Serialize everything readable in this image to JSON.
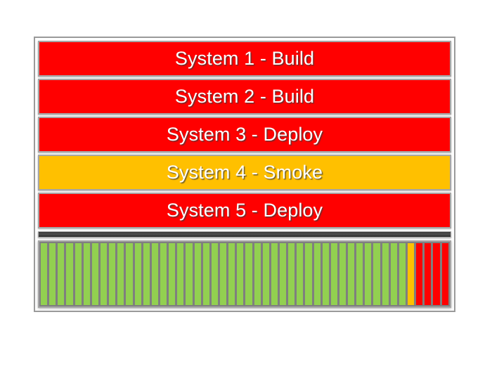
{
  "frame": {
    "name": "build-pipeline-status-board"
  },
  "palette": {
    "status_red": "#FF0000",
    "status_amber": "#FFC000",
    "status_green": "#92D050",
    "frame_border": "#9A9A9A",
    "row_border": "#A6A6A6",
    "separator_dark": "#3A3A3A",
    "strip_background": "#7F7F7F",
    "label_text": "#FFFFFF"
  },
  "systems": [
    {
      "label": "System 1 - Build",
      "status": "red",
      "color": "#FF0000"
    },
    {
      "label": "System 2 - Build",
      "status": "red",
      "color": "#FF0000"
    },
    {
      "label": "System 3 - Deploy",
      "status": "red",
      "color": "#FF0000"
    },
    {
      "label": "System 4 - Smoke",
      "status": "amber",
      "color": "#FFC000"
    },
    {
      "label": "System 5 - Deploy",
      "status": "red",
      "color": "#FF0000"
    }
  ],
  "history": {
    "total_ticks": 48,
    "ticks": [
      "green",
      "green",
      "green",
      "green",
      "green",
      "green",
      "green",
      "green",
      "green",
      "green",
      "green",
      "green",
      "green",
      "green",
      "green",
      "green",
      "green",
      "green",
      "green",
      "green",
      "green",
      "green",
      "green",
      "green",
      "green",
      "green",
      "green",
      "green",
      "green",
      "green",
      "green",
      "green",
      "green",
      "green",
      "green",
      "green",
      "green",
      "green",
      "green",
      "green",
      "green",
      "green",
      "green",
      "amber",
      "red",
      "red",
      "red",
      "red"
    ],
    "counts": {
      "green": 43,
      "amber": 1,
      "red": 4
    }
  }
}
